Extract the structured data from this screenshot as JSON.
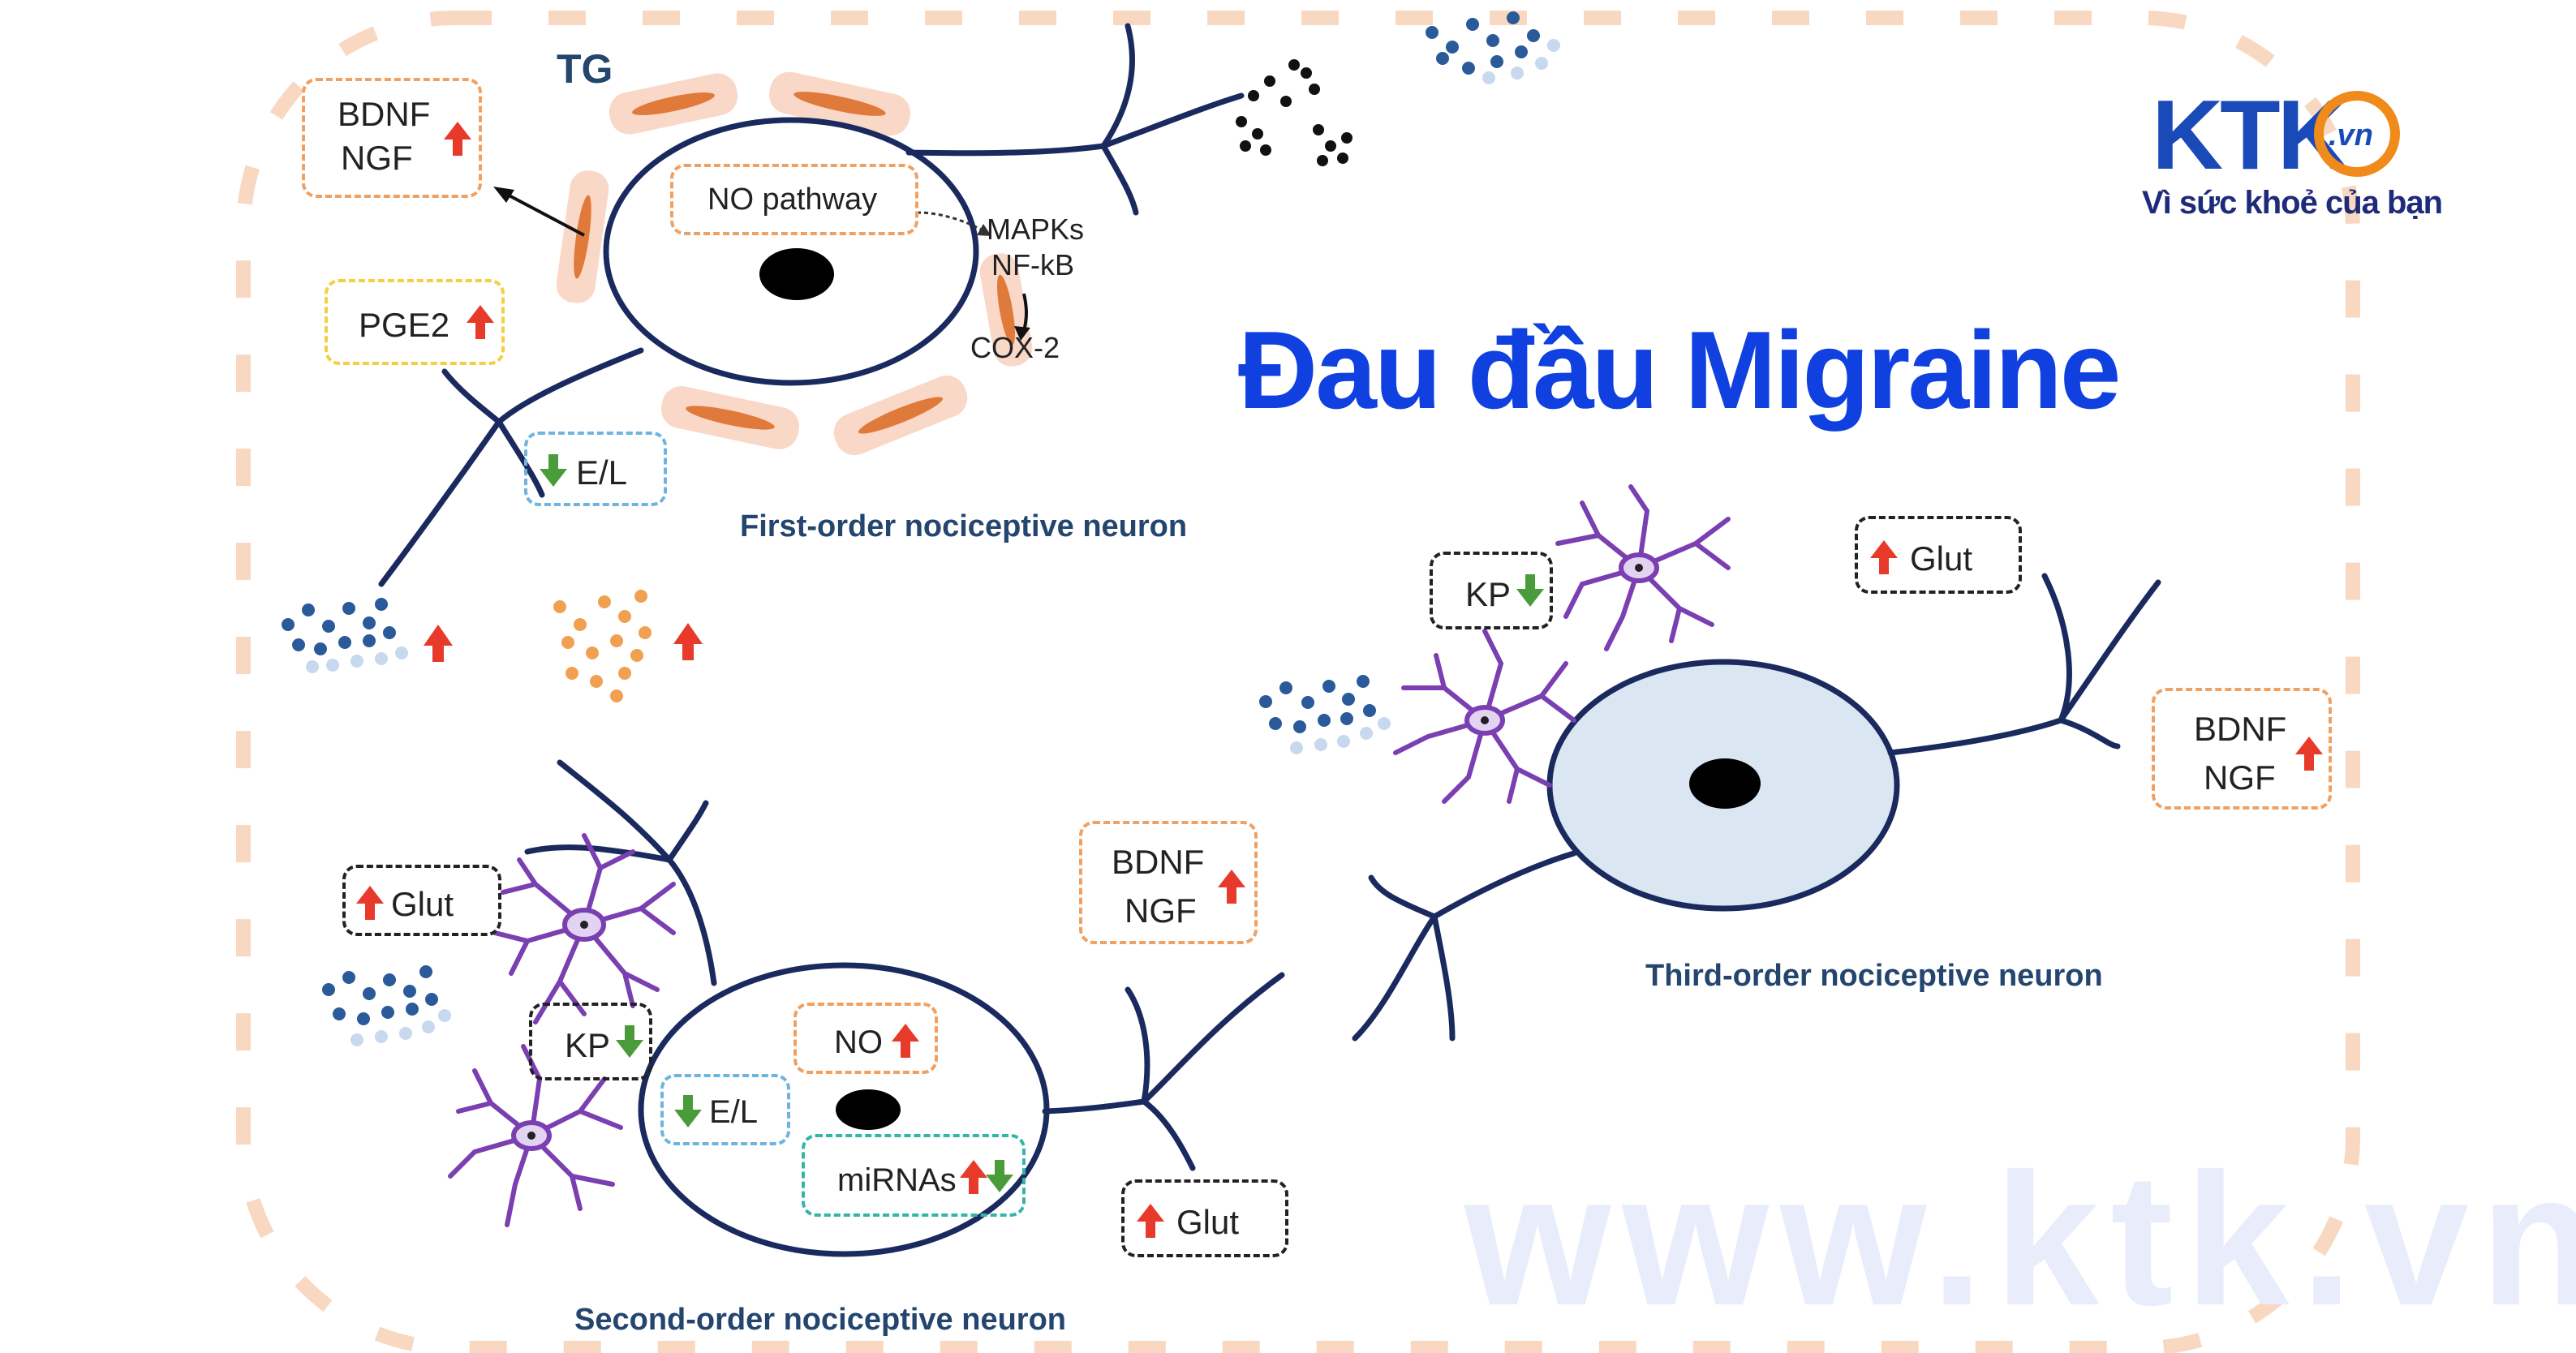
{
  "title": "Đau đầu Migraine",
  "logo": {
    "brand": "KTK",
    "domain": ".vn",
    "tagline": "Vì sức khoẻ của bạn"
  },
  "watermark": "www.ktk.vn",
  "ganglion_label": "TG",
  "captions": {
    "first": "First-order nociceptive neuron",
    "second": "Second-order nociceptive neuron",
    "third": "Third-order nociceptive neuron"
  },
  "first_order": {
    "bdnf": "BDNF",
    "ngf": "NGF",
    "pge2": "PGE2",
    "el": "E/L",
    "no_pathway": "NO pathway",
    "mapks": "MAPKs",
    "nfkb": "NF-kB",
    "cox2": "COX-2"
  },
  "second_order": {
    "glut_left": "Glut",
    "kp": "KP",
    "no": "NO",
    "el": "E/L",
    "mirnas": "miRNAs",
    "bdnf": "BDNF",
    "ngf": "NGF",
    "glut_right": "Glut"
  },
  "third_order": {
    "kp": "KP",
    "glut": "Glut",
    "bdnf": "BDNF",
    "ngf": "NGF"
  },
  "colors": {
    "title": "#1040e0",
    "neuron_outline": "#1b2a5e",
    "caption": "#23456e",
    "up_arrow": "#e83a2a",
    "down_arrow": "#4a9b3a",
    "microglia": "#7a3fb0",
    "dashed_frame": "#f7c9a8",
    "third_soma_fill": "#dbe6f3",
    "logo_ring": "#f08a1a"
  }
}
